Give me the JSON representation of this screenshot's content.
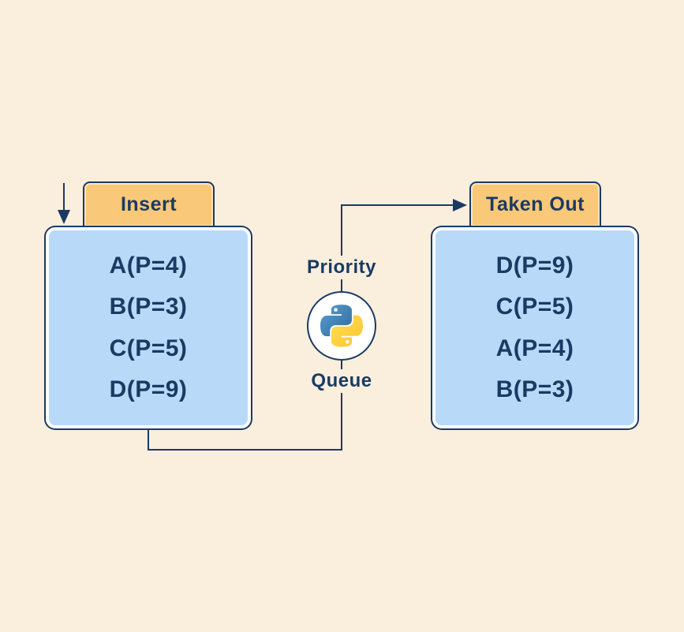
{
  "diagram": {
    "insert_tab": {
      "label": "Insert"
    },
    "taken_out_tab": {
      "label": "Taken Out"
    },
    "left_box": {
      "items": [
        "A(P=4)",
        "B(P=3)",
        "C(P=5)",
        "D(P=9)"
      ]
    },
    "right_box": {
      "items": [
        "D(P=9)",
        "C(P=5)",
        "A(P=4)",
        "B(P=3)"
      ]
    },
    "center": {
      "top_label": "Priority",
      "bottom_label": "Queue",
      "icon": "python-logo-icon"
    },
    "colors": {
      "background": "#faeedd",
      "box_fill": "#b8daf8",
      "tab_fill": "#f9c878",
      "line_and_text": "#1b3a63",
      "python_blue": "#387EB8",
      "python_yellow": "#FFD43B"
    }
  }
}
